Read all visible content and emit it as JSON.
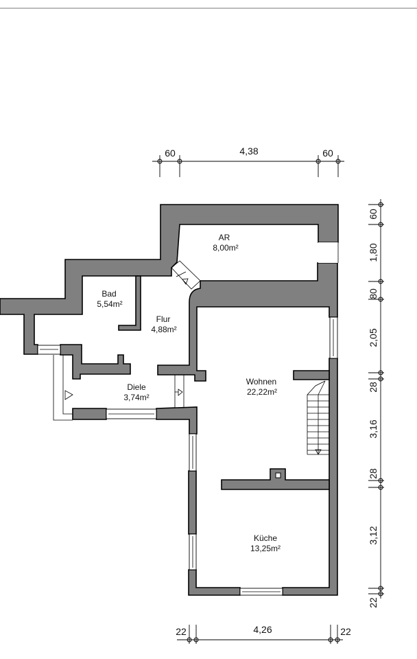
{
  "rooms": [
    {
      "name": "AR",
      "area": "8,00m²"
    },
    {
      "name": "Bad",
      "area": "5,54m²"
    },
    {
      "name": "Flur",
      "area": "4,88m²"
    },
    {
      "name": "Diele",
      "area": "3,74m²"
    },
    {
      "name": "Wohnen",
      "area": "22,22m²"
    },
    {
      "name": "Küche",
      "area": "13,25m²"
    }
  ],
  "dimensions": {
    "top": [
      "60",
      "4,38",
      "60"
    ],
    "right": [
      "60",
      "1,80",
      "80",
      "2,05",
      "28",
      "3,16",
      "28",
      "3,12",
      "22"
    ],
    "bottom": [
      "22",
      "4,26",
      "22"
    ]
  },
  "colors": {
    "wall": "#808080",
    "line": "#000000"
  }
}
